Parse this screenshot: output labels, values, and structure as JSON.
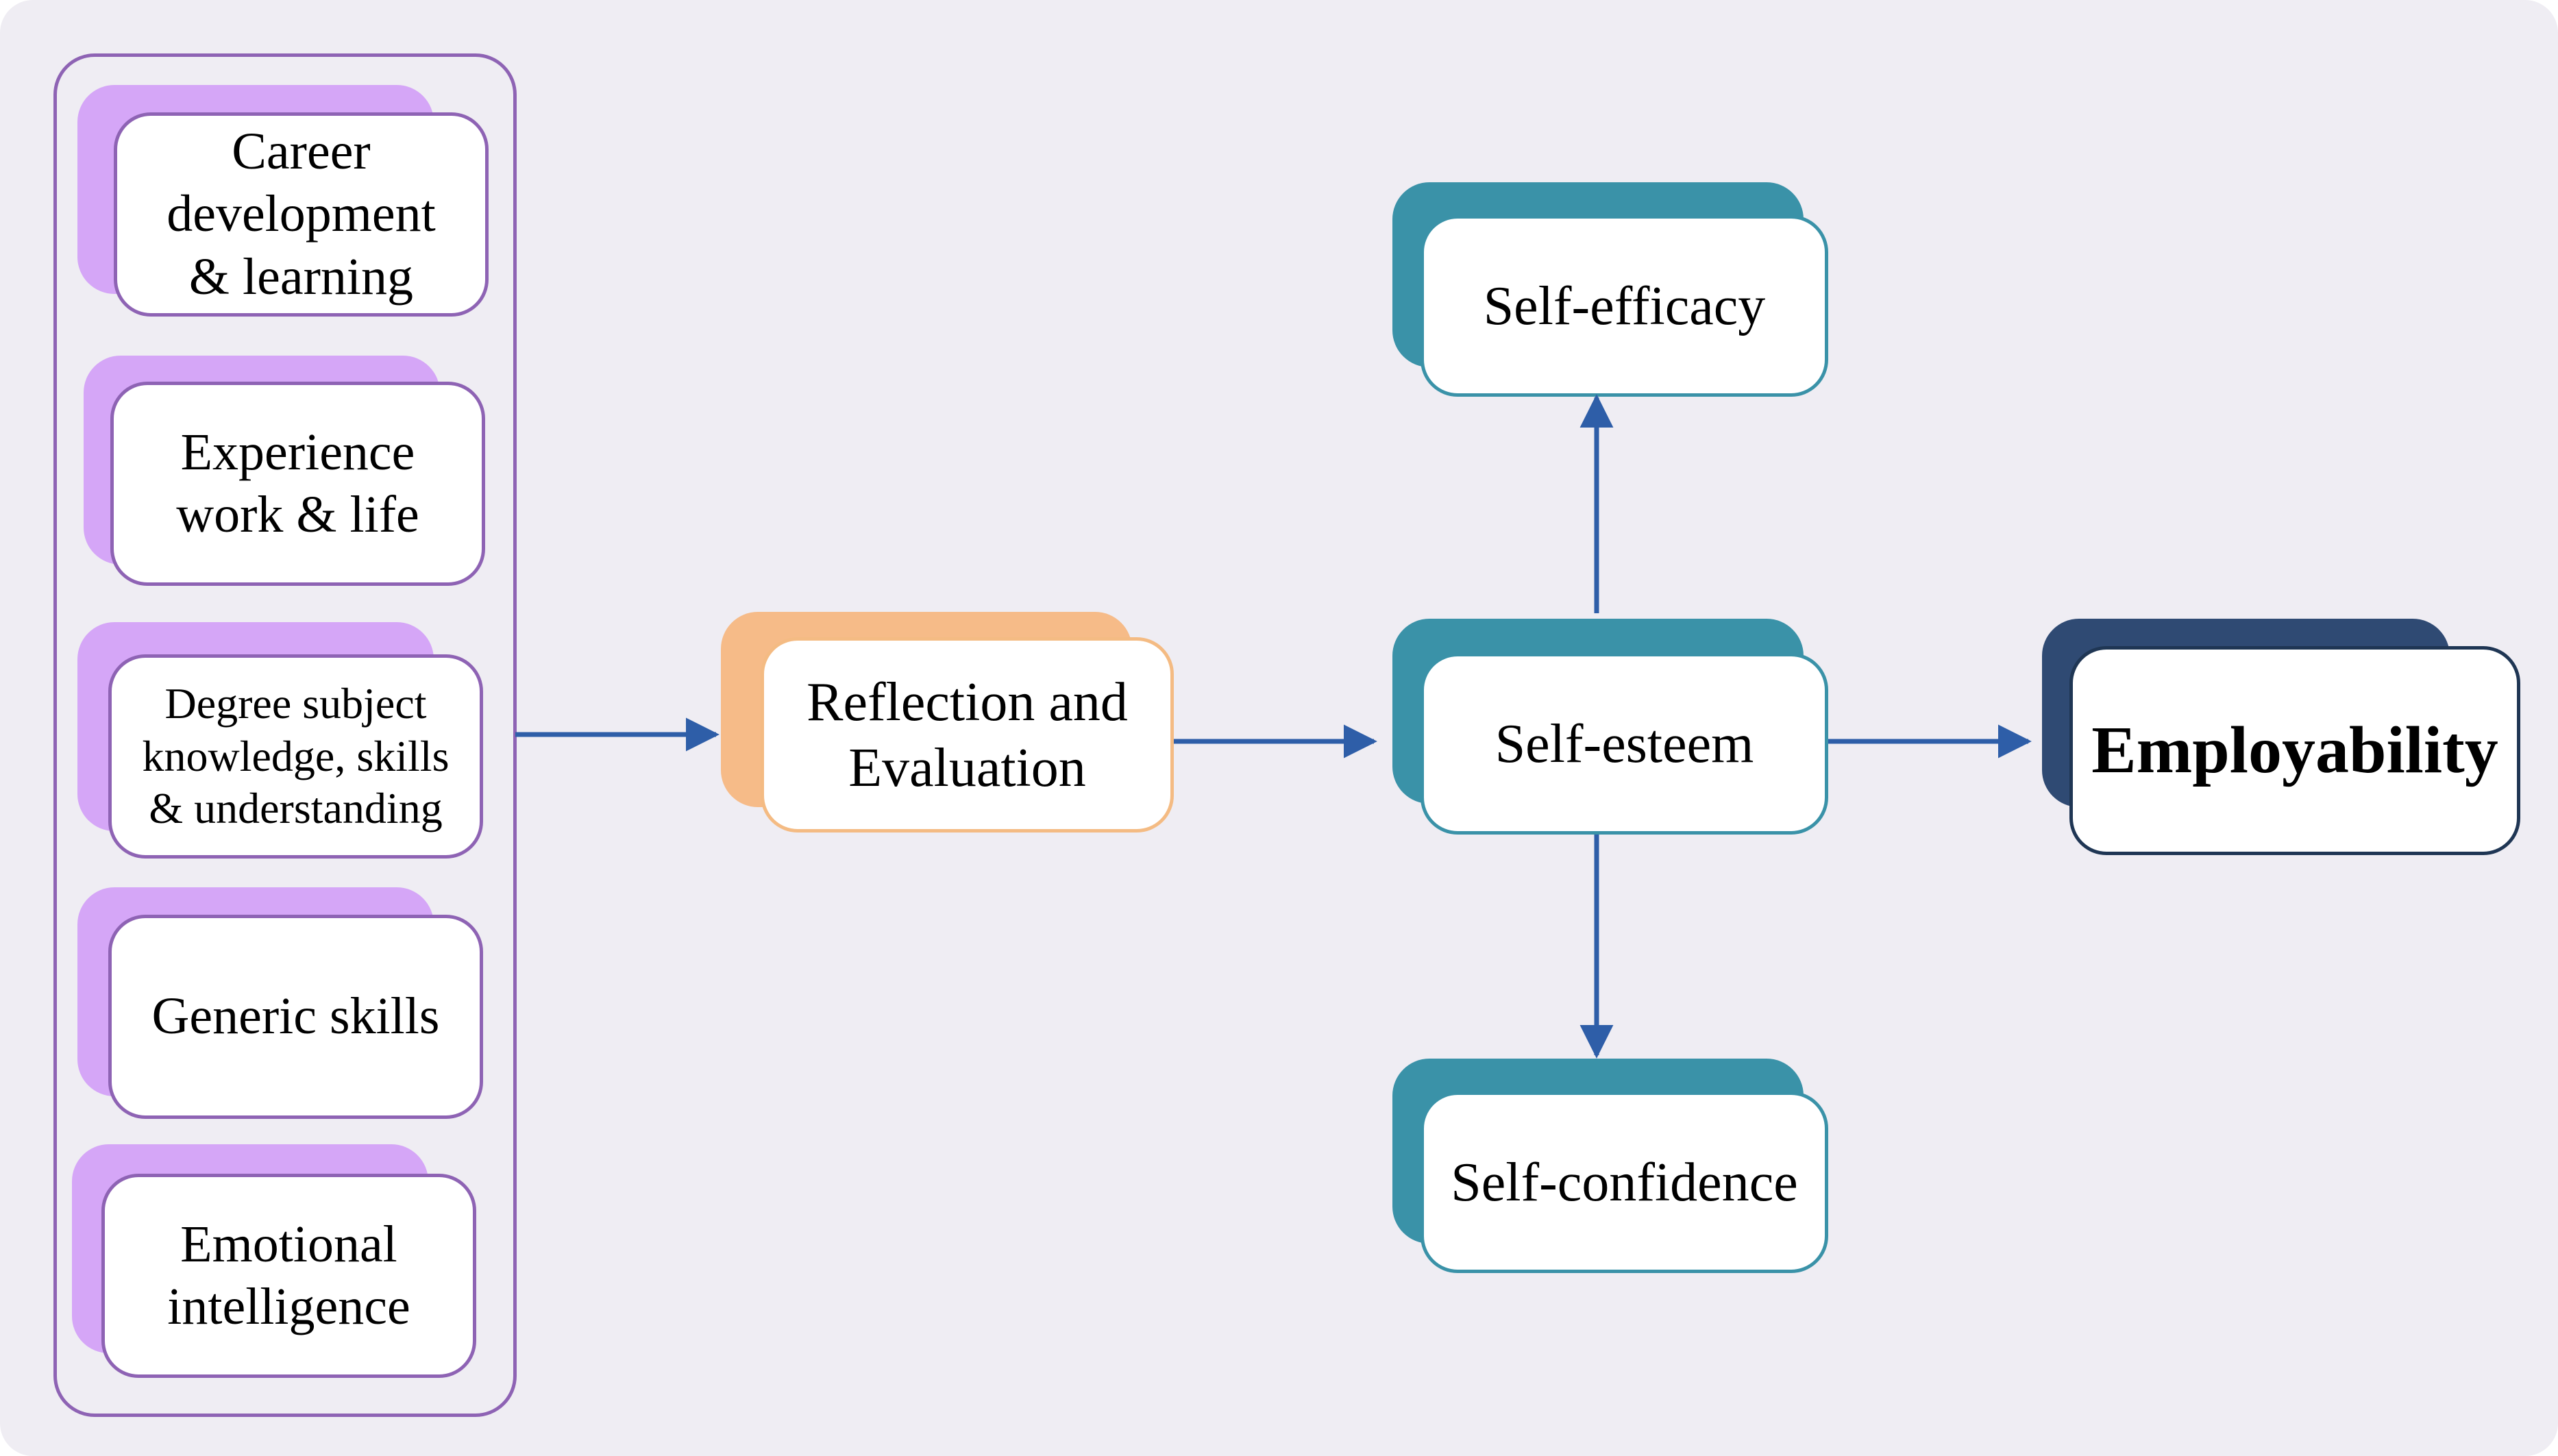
{
  "diagram": {
    "inputs": [
      {
        "id": "career",
        "label": "Career\ndevelopment\n& learning"
      },
      {
        "id": "experience",
        "label": "Experience\nwork & life"
      },
      {
        "id": "degree",
        "label": "Degree subject\nknowledge, skills\n& understanding"
      },
      {
        "id": "generic",
        "label": "Generic skills"
      },
      {
        "id": "emotional",
        "label": "Emotional\nintelligence"
      }
    ],
    "reflection": {
      "label": "Reflection and\nEvaluation"
    },
    "self_esteem": {
      "label": "Self-esteem"
    },
    "self_efficacy": {
      "label": "Self-efficacy"
    },
    "self_confidence": {
      "label": "Self-confidence"
    },
    "employability": {
      "label": "Employability"
    }
  },
  "colors": {
    "background": "#efedf3",
    "input_accent": "#d5a6f7",
    "input_border": "#8e63b4",
    "reflection_accent": "#f6bb88",
    "self_accent": "#3a92a8",
    "employability_accent": "#2f4a73",
    "arrow": "#2e5ea8"
  }
}
